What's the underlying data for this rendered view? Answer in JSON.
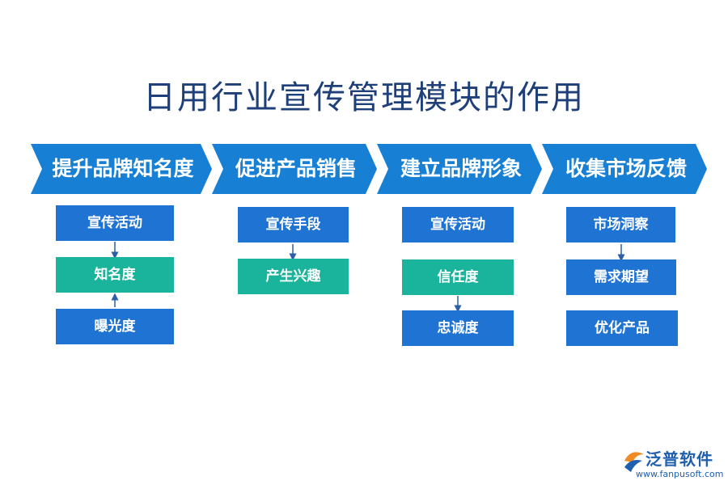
{
  "title": "日用行业宣传管理模块的作用",
  "columns": [
    {
      "header": "提升品牌知名度",
      "items": [
        "宣传活动",
        "知名度",
        "曝光度"
      ]
    },
    {
      "header": "促进产品销售",
      "items": [
        "宣传手段",
        "产生兴趣"
      ]
    },
    {
      "header": "建立品牌形象",
      "items": [
        "宣传活动",
        "信任度",
        "忠诚度"
      ]
    },
    {
      "header": "收集市场反馈",
      "items": [
        "市场洞察",
        "需求期望",
        "优化产品"
      ]
    }
  ],
  "logo": {
    "name": "泛普软件",
    "url": "www.fanpusoft.com"
  },
  "colors": {
    "chevron": "#1780d4",
    "box_blue": "#1f73d2",
    "box_teal": "#1ab39b",
    "title": "#1f3f78"
  }
}
